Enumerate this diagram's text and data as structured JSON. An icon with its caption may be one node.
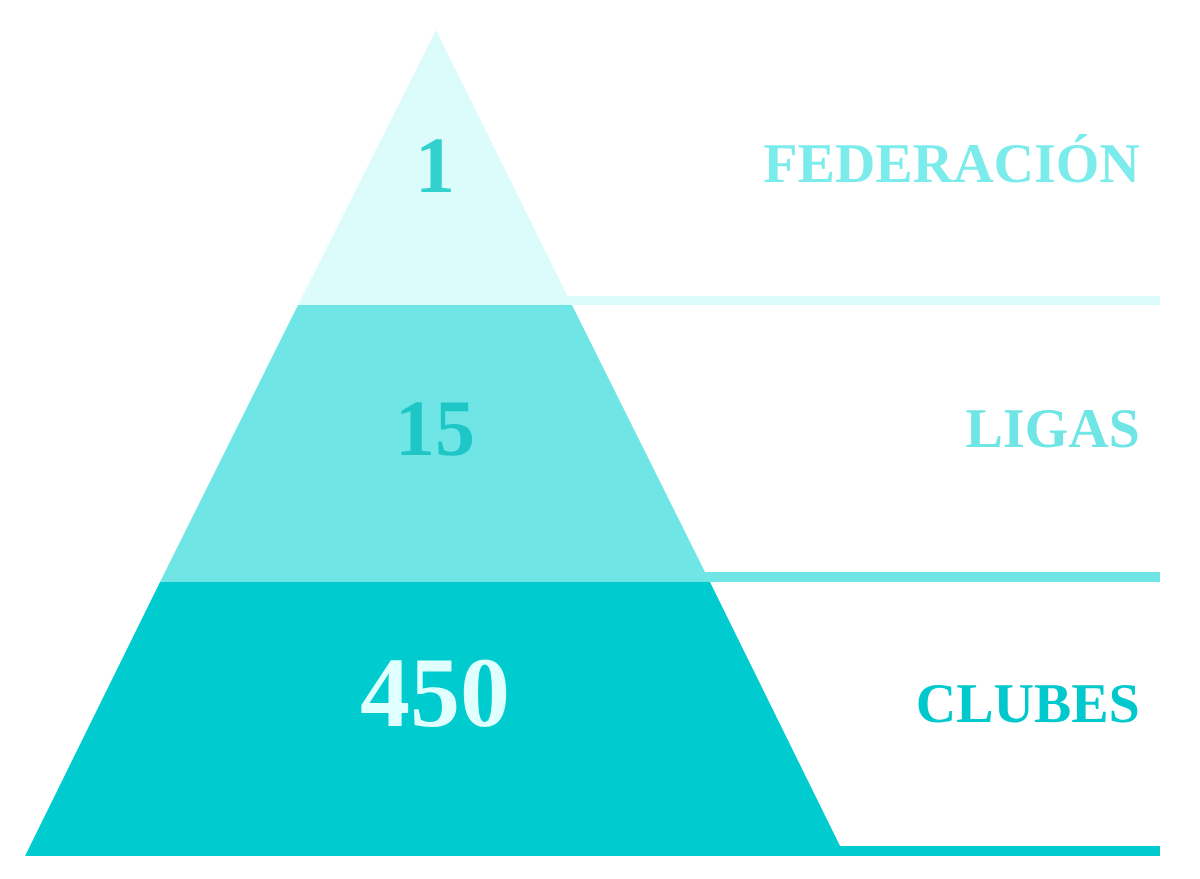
{
  "diagram": {
    "nodes": [
      {
        "text": [
          "1"
        ]
      },
      {
        "text": [
          "15"
        ]
      },
      {
        "text": [
          "450"
        ]
      }
    ],
    "labels": [
      "FEDERACIÓN",
      "LIGAS",
      "CLUBES"
    ]
  }
}
